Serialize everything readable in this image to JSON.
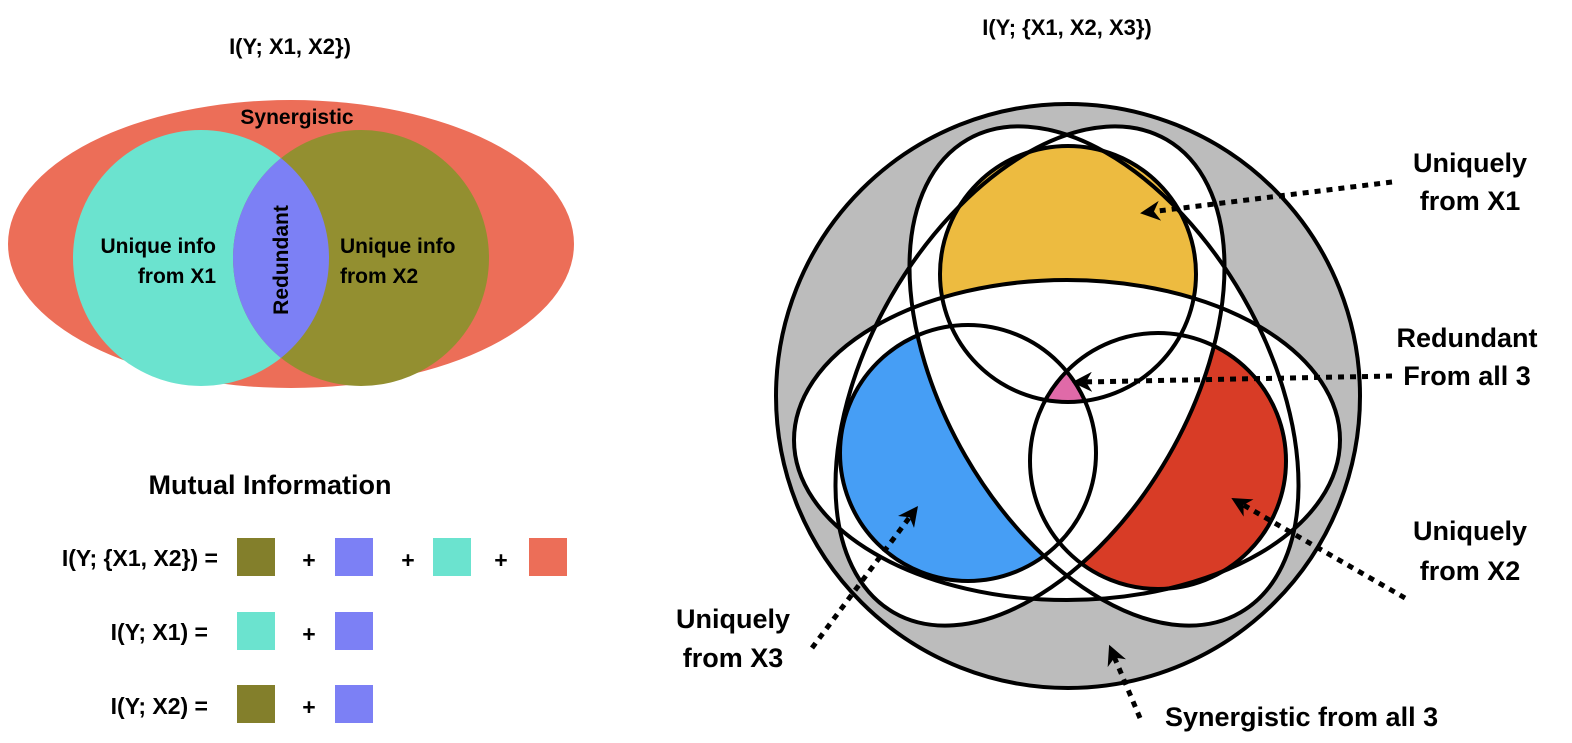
{
  "left_diagram": {
    "title": "I(Y; X1, X2})",
    "synergistic_label": "Synergistic",
    "unique_x1": [
      "Unique info",
      "from X1"
    ],
    "unique_x2": [
      "Unique info",
      "from X2"
    ],
    "redundant_label": "Redundant",
    "colors": {
      "synergistic": "#ec6e58",
      "unique_x1": "#6be3cf",
      "unique_x2": "#938f30",
      "redundant": "#7c80f5"
    }
  },
  "equations": {
    "heading": "Mutual Information",
    "plus": "+",
    "rows": [
      {
        "label": "I(Y; {X1, X2}) =",
        "terms": [
          "#837f2b",
          "#7c80f5",
          "#6be3cf",
          "#ec6e58"
        ]
      },
      {
        "label": "I(Y; X1) =",
        "terms": [
          "#6be3cf",
          "#7c80f5"
        ]
      },
      {
        "label": "I(Y; X2) =",
        "terms": [
          "#837f2b",
          "#7c80f5"
        ]
      }
    ]
  },
  "right_diagram": {
    "title": "I(Y; {X1, X2, X3})",
    "labels": {
      "x1": [
        "Uniquely",
        "from X1"
      ],
      "redundant": [
        "Redundant",
        "From all 3"
      ],
      "x2": [
        "Uniquely",
        "from X2"
      ],
      "x3": [
        "Uniquely",
        "from X3"
      ],
      "synergistic": "Synergistic from all 3"
    },
    "colors": {
      "synergistic": "#bcbcbc",
      "x1": "#edbb40",
      "x2": "#d83c26",
      "x3": "#469ef5",
      "redundant": "#e06aa8"
    }
  }
}
